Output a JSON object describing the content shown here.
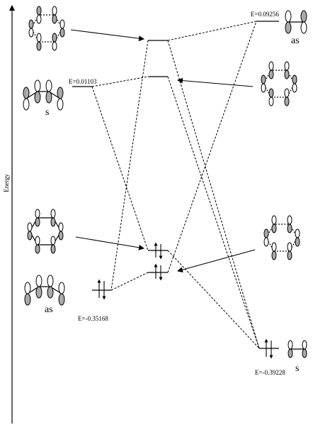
{
  "axis": {
    "label": "Energy"
  },
  "energies": {
    "top_right": "E=0.09256",
    "top_left": "E=0.01103",
    "bottom_left": "E=-0.35168",
    "bottom_right": "E=-0.39228"
  },
  "symmetry": {
    "top_right": "as",
    "top_left": "s",
    "bottom_left": "as",
    "bottom_right": "s"
  }
}
